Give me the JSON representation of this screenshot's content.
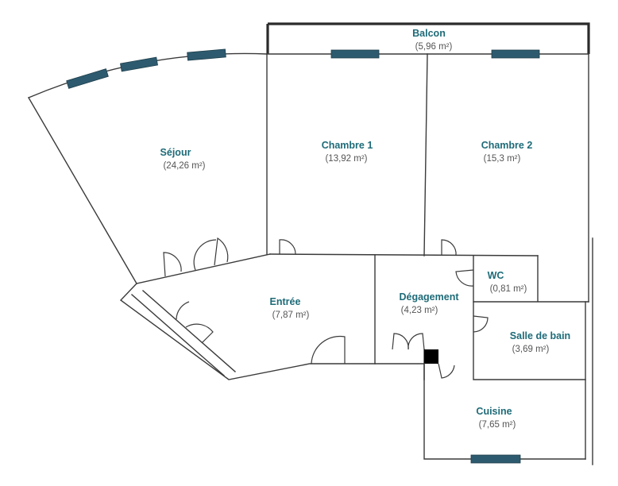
{
  "colors": {
    "window_fill": "#2d5a6e",
    "label_color": "#1e6b78",
    "area_color": "#555555",
    "wall_color": "#3a3a3a"
  },
  "rooms": {
    "balcon": {
      "name": "Balcon",
      "area": "(5,96 m²)"
    },
    "sejour": {
      "name": "Séjour",
      "area": "(24,26 m²)"
    },
    "chambre1": {
      "name": "Chambre 1",
      "area": "(13,92 m²)"
    },
    "chambre2": {
      "name": "Chambre 2",
      "area": "(15,3 m²)"
    },
    "wc": {
      "name": "WC",
      "area": "(0,81 m²)"
    },
    "entree": {
      "name": "Entrée",
      "area": "(7,87 m²)"
    },
    "degagement": {
      "name": "Dégagement",
      "area": "(4,23 m²)"
    },
    "salle_de_bain": {
      "name": "Salle de bain",
      "area": "(3,69 m²)"
    },
    "cuisine": {
      "name": "Cuisine",
      "area": "(7,65 m²)"
    }
  }
}
